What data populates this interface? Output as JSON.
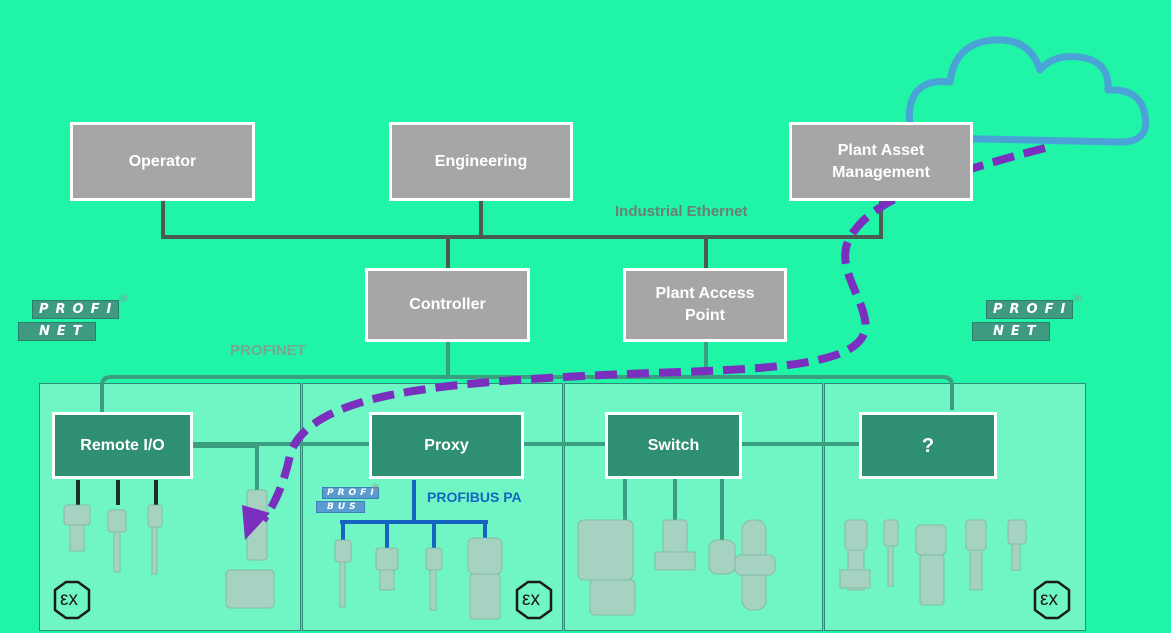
{
  "boxes": {
    "operator": "Operator",
    "engineering": "Engineering",
    "plant_asset": [
      "Plant Asset",
      "Management"
    ],
    "controller": "Controller",
    "plant_access": [
      "Plant Access",
      "Point"
    ],
    "remote_io": "Remote I/O",
    "proxy": "Proxy",
    "switch": "Switch",
    "unknown": "?"
  },
  "labels": {
    "industrial_ethernet": "Industrial Ethernet",
    "profinet": "PROFINET",
    "profibus_pa": "PROFIBUS PA"
  },
  "logos": {
    "profinet_top": "PROFI",
    "profinet_bottom": "NET",
    "profibus_top": "PROFI",
    "profibus_bottom": "BUS",
    "registered": "®",
    "ex_symbol": "εx"
  },
  "colors": {
    "background": "#20f4a7",
    "zone_fill": "#6ff6c4",
    "gray_box": "#a6a6a6",
    "green_box": "#2f8f72",
    "ethernet_line": "#4a5a55",
    "profinet_line": "#3a9e80",
    "profibus_line": "#1565c0",
    "data_path": "#7b2fbf",
    "cloud": "#4aa3d6"
  }
}
